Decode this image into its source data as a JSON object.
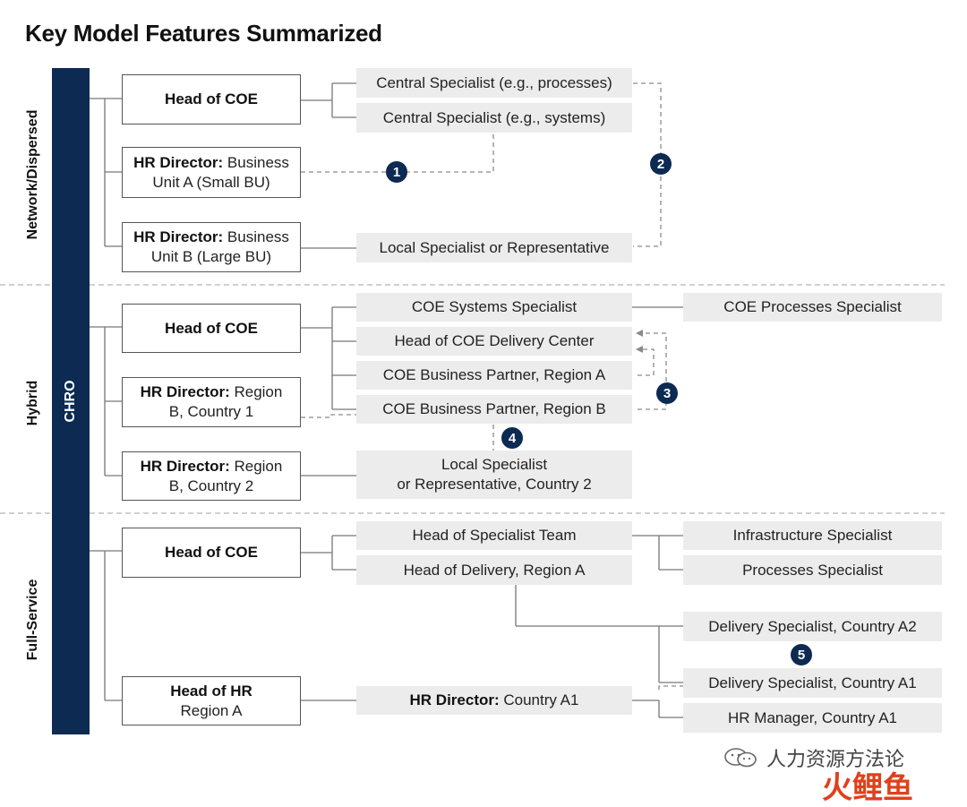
{
  "title": "Key Model Features Summarized",
  "chro_label": "CHRO",
  "sections": {
    "network": "Network/Dispersed",
    "hybrid": "Hybrid",
    "full": "Full-Service"
  },
  "colors": {
    "navy": "#0c2a52",
    "gray_box": "#ececec",
    "dashed": "#9a9a9a"
  },
  "network": {
    "head_coe": "Head of COE",
    "hr_dir_a_bold": "HR Director:",
    "hr_dir_a_rest": " Business Unit A (Small BU)",
    "hr_dir_b_bold": "HR Director:",
    "hr_dir_b_rest": " Business Unit B (Large BU)",
    "central_processes": "Central Specialist (e.g., processes)",
    "central_systems": "Central Specialist (e.g., systems)",
    "local_specialist": "Local Specialist or Representative"
  },
  "hybrid": {
    "head_coe": "Head of COE",
    "hr_dir_1_bold": "HR Director:",
    "hr_dir_1_rest": " Region B, Country 1",
    "hr_dir_2_bold": "HR Director:",
    "hr_dir_2_rest": " Region B, Country 2",
    "systems_specialist": "COE Systems Specialist",
    "processes_specialist": "COE Processes Specialist",
    "delivery_center": "Head of COE Delivery Center",
    "bp_region_a": "COE Business Partner, Region A",
    "bp_region_b": "COE Business Partner, Region B",
    "local_line1": "Local Specialist",
    "local_line2": "or Representative, Country 2"
  },
  "full": {
    "head_coe": "Head of COE",
    "head_hr_line1": "Head of HR",
    "head_hr_line2": "Region A",
    "specialist_team": "Head of Specialist Team",
    "delivery_region_a": "Head of Delivery, Region A",
    "infrastructure": "Infrastructure Specialist",
    "processes": "Processes Specialist",
    "delivery_a2": "Delivery Specialist, Country A2",
    "delivery_a1": "Delivery Specialist, Country A1",
    "hr_dir_a1_bold": "HR Director:",
    "hr_dir_a1_rest": " Country A1",
    "hr_manager": "HR Manager, Country A1"
  },
  "badges": [
    "1",
    "2",
    "3",
    "4",
    "5"
  ],
  "watermark": {
    "icon": "wechat-icon",
    "text": "人力资源方法论",
    "logo_text": "火鲤鱼"
  }
}
